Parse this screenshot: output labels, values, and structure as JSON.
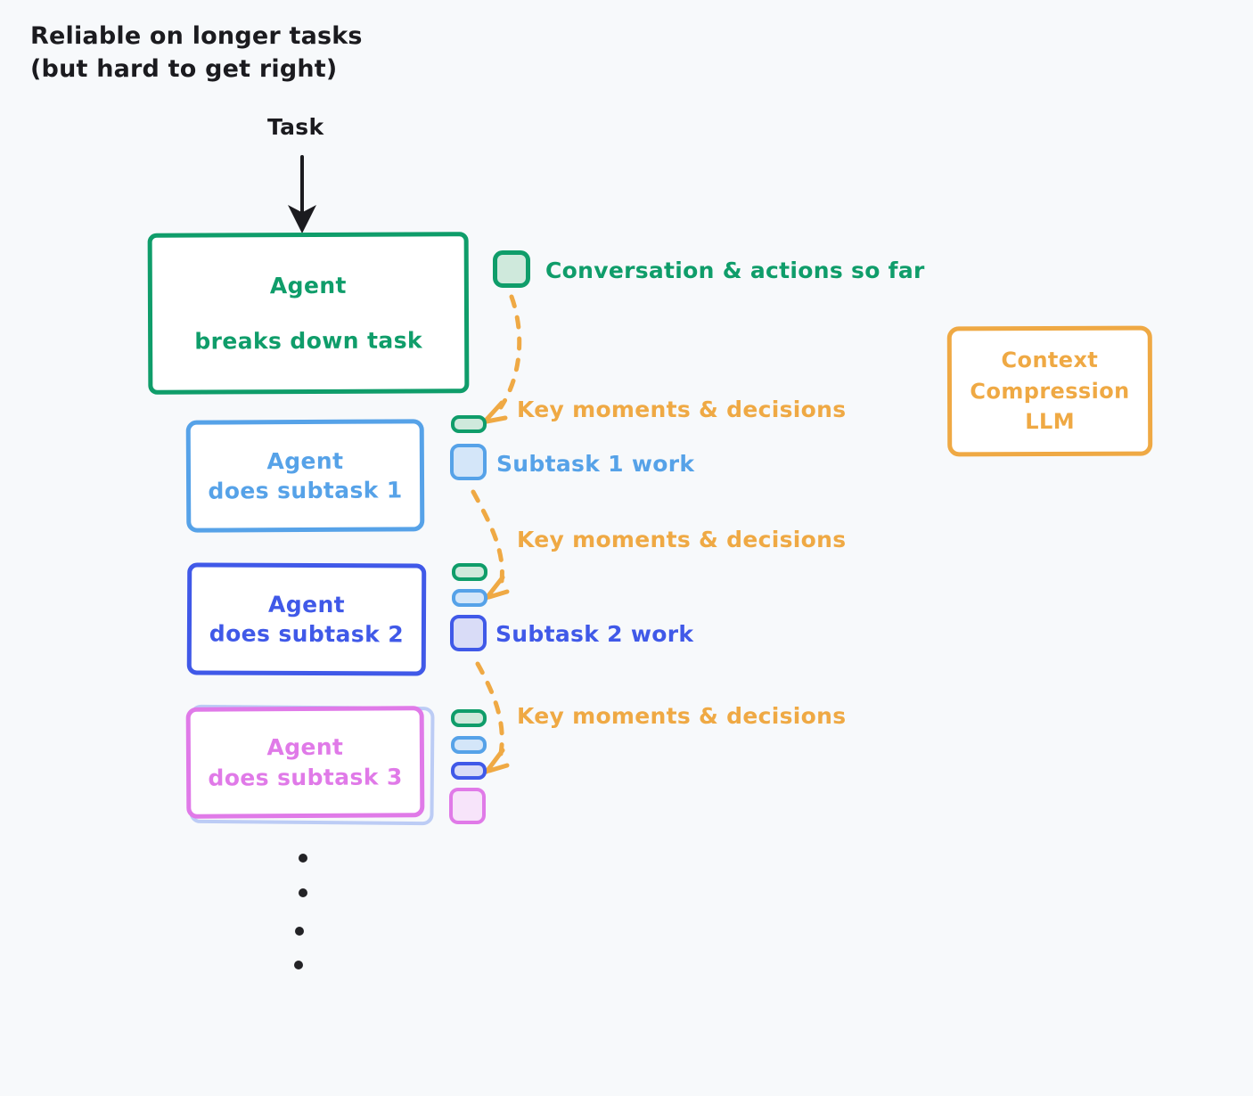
{
  "title": "Reliable on longer tasks\n(but hard to get right)",
  "task_label": "Task",
  "colors": {
    "background": "#f7f9fb",
    "green": "#0f9d6a",
    "light_blue": "#56a2e8",
    "indigo": "#4059e8",
    "pink": "#e07ae8",
    "orange": "#efa944",
    "text_dark": "#1b1b1f"
  },
  "boxes": {
    "main": {
      "line1": "Agent",
      "line2": "breaks down task",
      "color": "#0f9d6a"
    },
    "sub1": {
      "line1": "Agent",
      "line2": "does subtask 1",
      "color": "#56a2e8"
    },
    "sub2": {
      "line1": "Agent",
      "line2": "does subtask 2",
      "color": "#4059e8"
    },
    "sub3": {
      "line1": "Agent",
      "line2": "does subtask 3",
      "color": "#e07ae8"
    },
    "compression": {
      "line1": "Context",
      "line2": "Compression",
      "line3": "LLM",
      "color": "#efa944"
    }
  },
  "chip_labels": {
    "conversation": "Conversation & actions so far",
    "subtask1": "Subtask 1 work",
    "subtask2": "Subtask 2 work"
  },
  "key_moments": {
    "first": "Key moments & decisions",
    "second": "Key moments & decisions",
    "third": "Key moments & decisions"
  },
  "memory_stacks": {
    "row0": [
      "green-square"
    ],
    "row1": [
      "green-pill",
      "blue-square"
    ],
    "row2": [
      "green-pill",
      "blue-pill",
      "indigo-square"
    ],
    "row3": [
      "green-pill",
      "blue-pill",
      "indigo-pill",
      "pink-square"
    ]
  },
  "ellipsis_dots": 4
}
